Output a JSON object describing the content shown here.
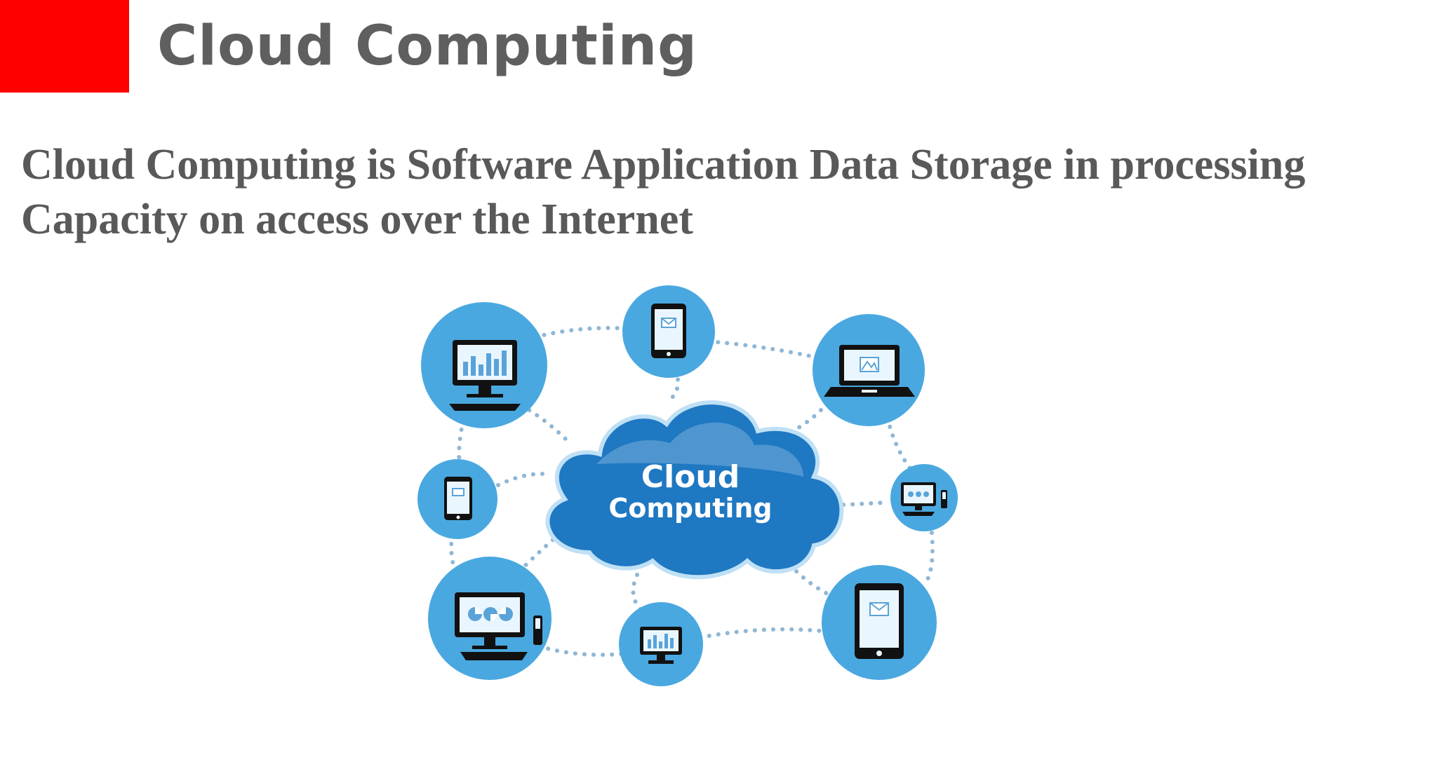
{
  "slide": {
    "title": "Cloud Computing",
    "body": "Cloud  Computing  is Software Application Data Storage in processing Capacity on access over the Internet",
    "accent_color": "#ff0000",
    "title_color": "#5f5f5f",
    "body_color": "#595959"
  },
  "diagram": {
    "cloud_label_line1": "Cloud",
    "cloud_label_line2": "Computing",
    "node_color": "#4aa8e0",
    "cloud_color": "#1e78c2",
    "connector_color": "#8fb7d6",
    "devices": [
      {
        "name": "desktop-chart",
        "icon": "desktop-monitor-icon"
      },
      {
        "name": "tablet-top",
        "icon": "tablet-icon"
      },
      {
        "name": "laptop",
        "icon": "laptop-icon"
      },
      {
        "name": "tablet-left",
        "icon": "tablet-icon"
      },
      {
        "name": "small-desktop-right",
        "icon": "desktop-computer-icon"
      },
      {
        "name": "desktop-pie",
        "icon": "desktop-computer-icon"
      },
      {
        "name": "monitor-bottom",
        "icon": "monitor-icon"
      },
      {
        "name": "tablet-bottom-right",
        "icon": "tablet-icon"
      }
    ]
  }
}
